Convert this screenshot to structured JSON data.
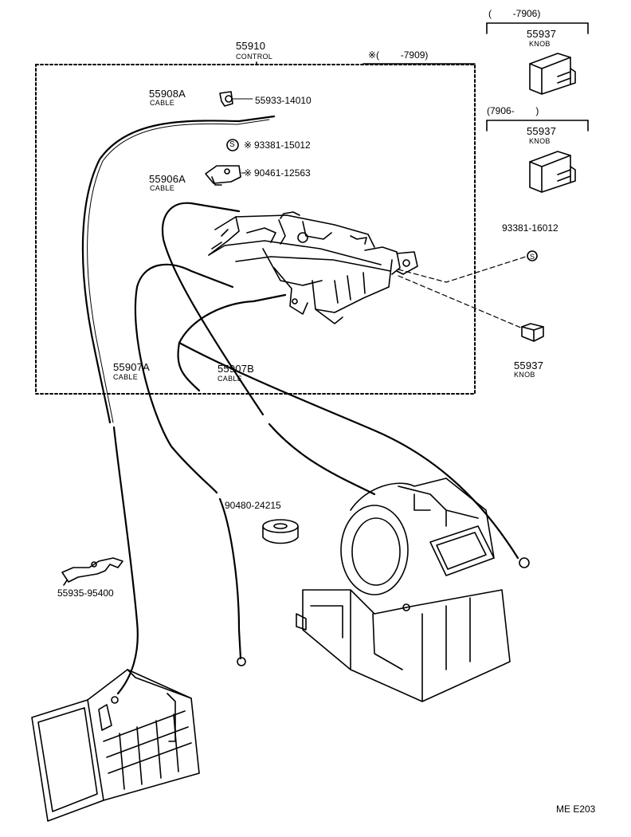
{
  "diagram": {
    "code": "ME E203",
    "parts": {
      "control": {
        "number": "55910",
        "name": "CONTROL"
      },
      "cable_55908a": {
        "number": "55908A",
        "name": "CABLE"
      },
      "cable_55906a": {
        "number": "55906A",
        "name": "CABLE"
      },
      "cable_55907a": {
        "number": "55907A",
        "name": "CABLE"
      },
      "cable_55907b": {
        "number": "55907B",
        "name": "CABLE"
      },
      "clip": {
        "number": "55933-14010"
      },
      "screw_marked": {
        "mark": "※",
        "number": "93381-15012"
      },
      "bracket_marked": {
        "mark": "※",
        "number": "90461-12563"
      },
      "screw_right": {
        "number": "93381-16012"
      },
      "knob_small": {
        "number": "55937",
        "name": "KNOB"
      },
      "knob_top": {
        "number": "55937",
        "name": "KNOB"
      },
      "knob_mid": {
        "number": "55937",
        "name": "KNOB"
      },
      "grommet": {
        "number": "90480-24215"
      },
      "lever_clamp": {
        "number": "55935-95400"
      }
    },
    "ranges": {
      "marked_range": "※(        -7909)",
      "top_range": "(        -7906)",
      "mid_range": "(7906-        )"
    },
    "screw_symbol": "S"
  }
}
